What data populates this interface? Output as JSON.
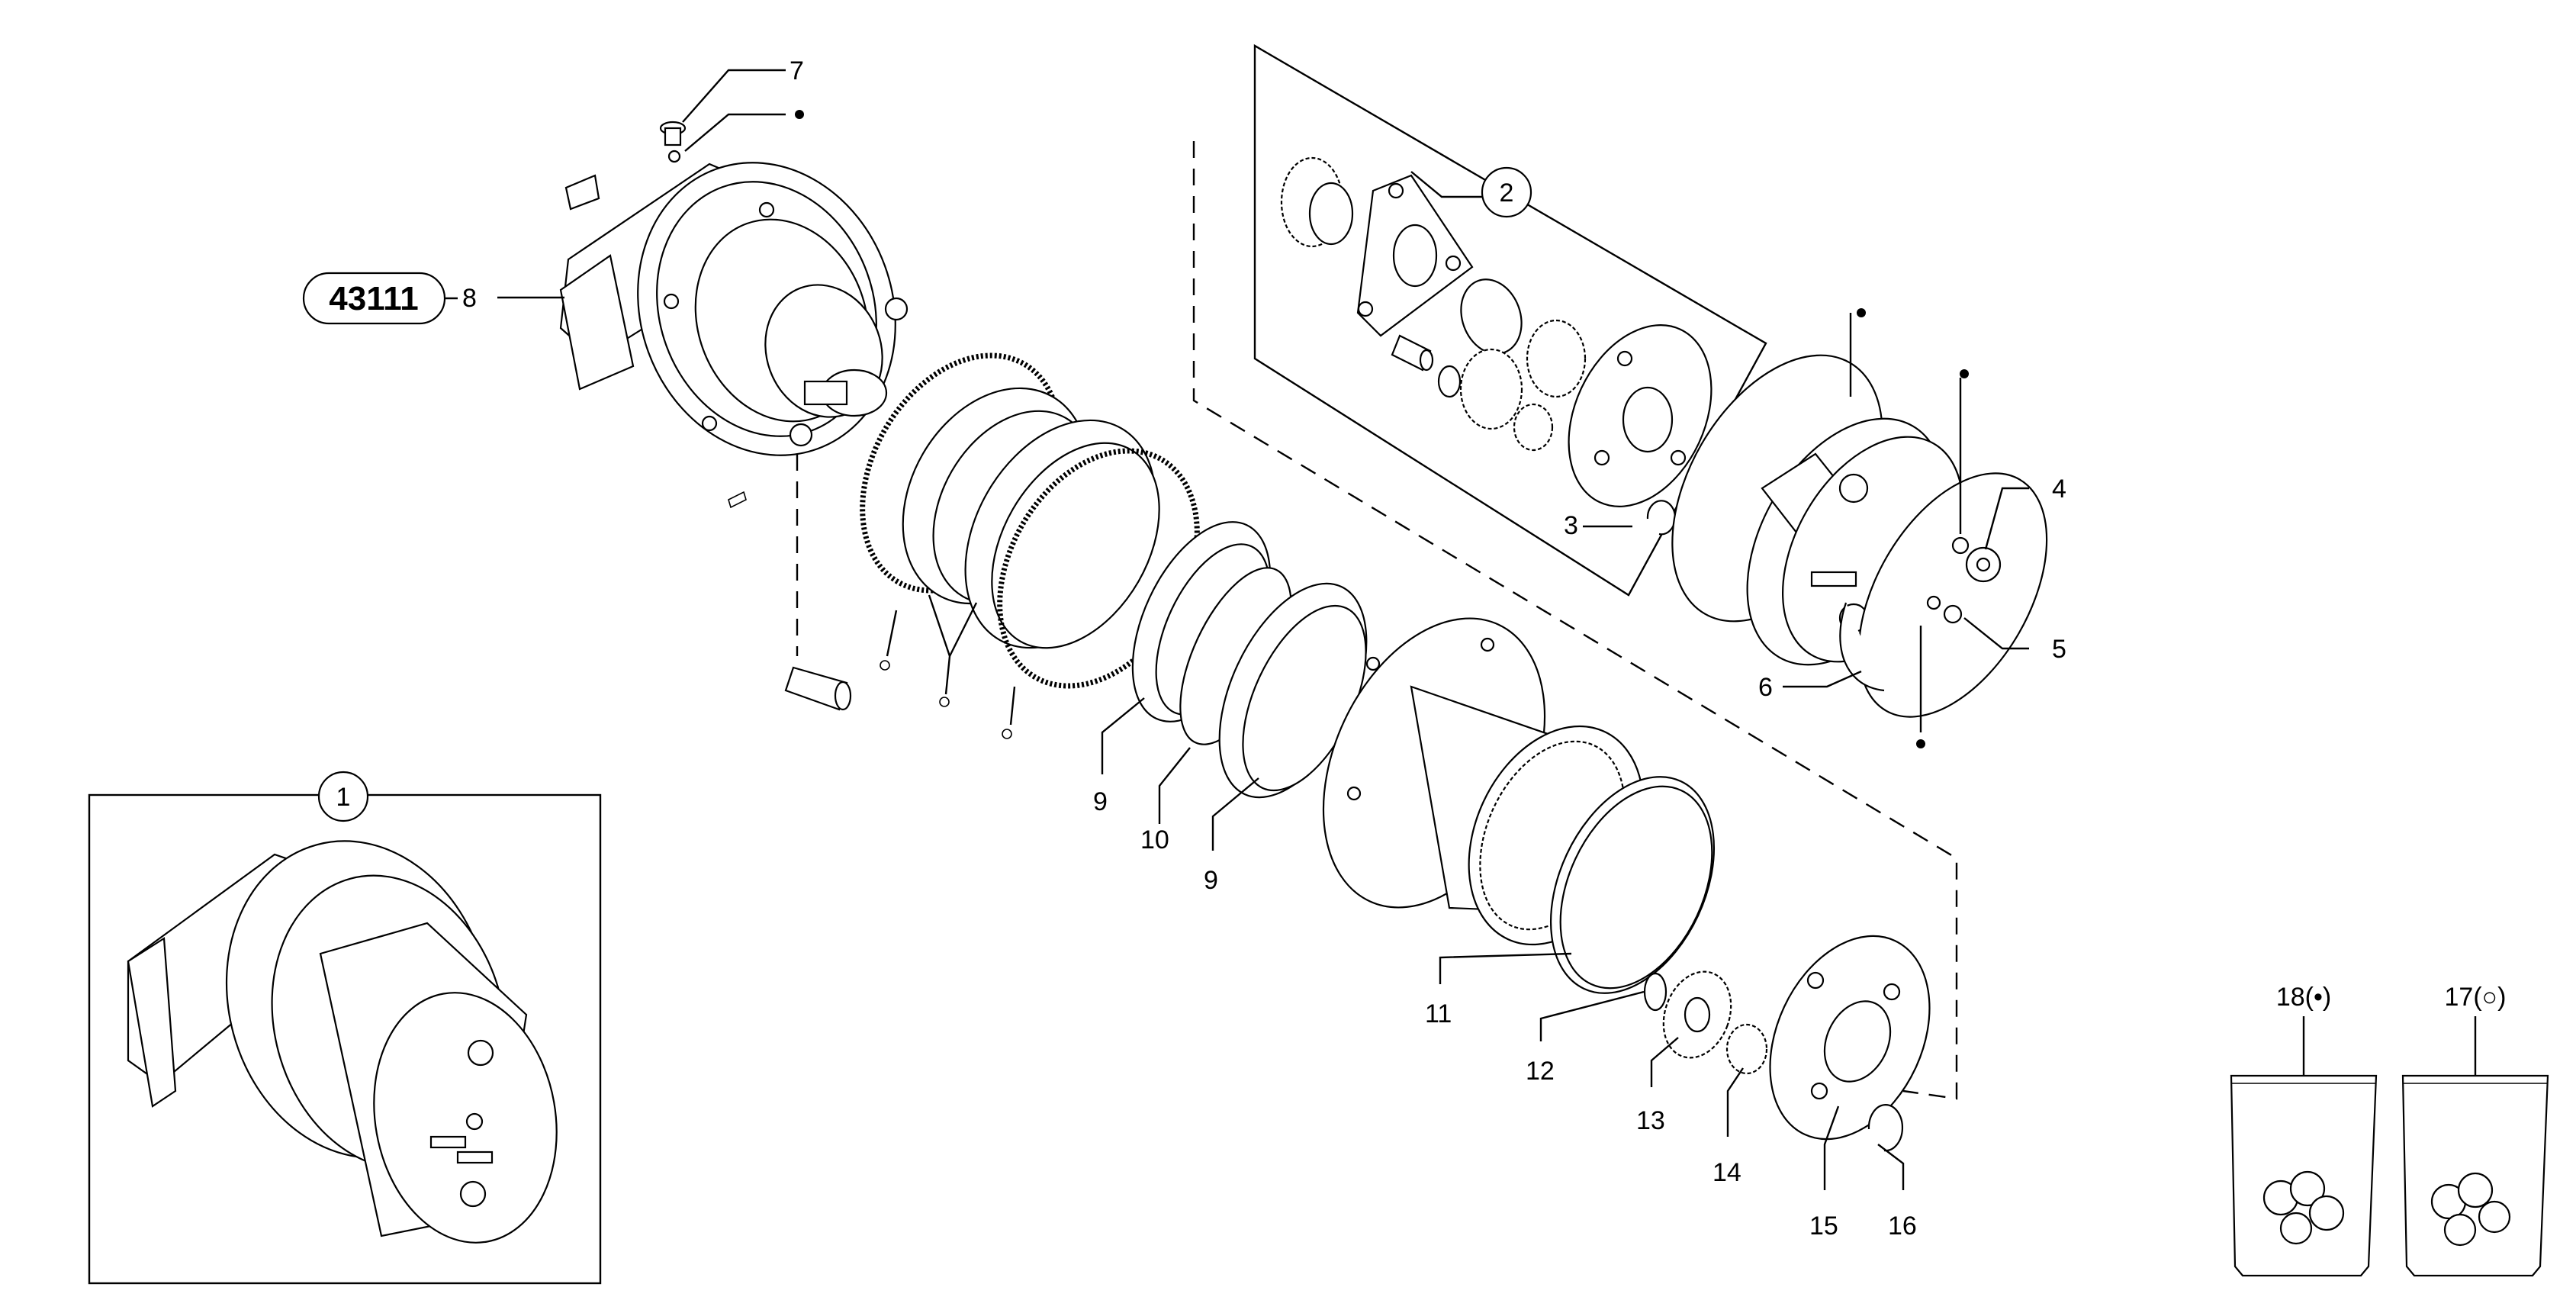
{
  "reference_badge": "43111",
  "callouts": {
    "c1": "1",
    "c2": "2",
    "c3": "3",
    "c4": "4",
    "c5": "5",
    "c6": "6",
    "c7": "7",
    "c8": "8",
    "c9a": "9",
    "c9b": "9",
    "c10": "10",
    "c11": "11",
    "c12": "12",
    "c13": "13",
    "c14": "14",
    "c15": "15",
    "c16": "16"
  },
  "kits": {
    "kit18": "18(•)",
    "kit17": "17(○)"
  },
  "markers": {
    "filled": "•",
    "hollow": "○"
  }
}
